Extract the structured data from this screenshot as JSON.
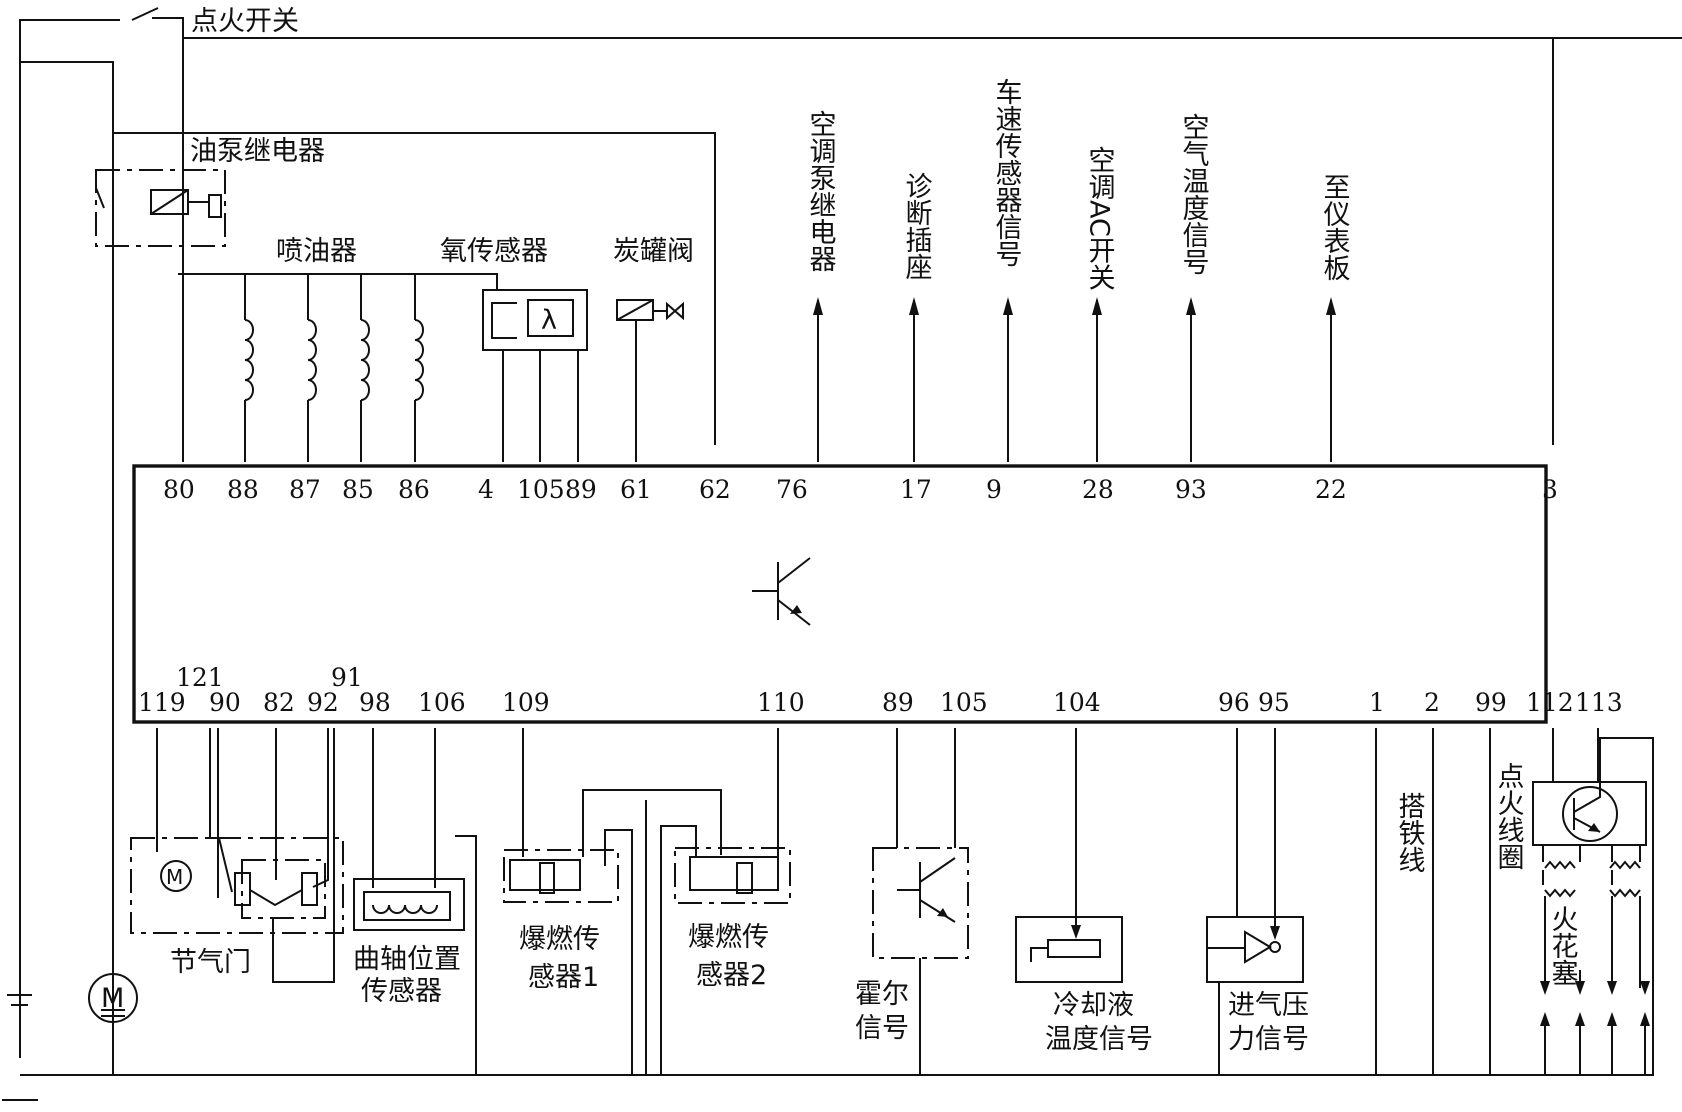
{
  "labels": {
    "ignition_switch": "点火开关",
    "fuel_pump_relay": "油泵继电器",
    "injectors": "喷油器",
    "oxygen_sensor": "氧传感器",
    "canister_valve": "炭罐阀",
    "lambda_symbol": "λ",
    "ac_pump_relay": "空调泵继电器",
    "diag_socket": "诊断插座",
    "vss_signal": "车速传感器信号",
    "ac_switch": "空调AC开关",
    "air_temp_signal": "空气温度信号",
    "to_dashboard": "至仪表板",
    "throttle": "节气门",
    "crank_sensor_l1": "曲轴位置",
    "crank_sensor_l2": "传感器",
    "knock1_l1": "爆燃传",
    "knock1_l2": "感器1",
    "knock2_l1": "爆燃传",
    "knock2_l2": "感器2",
    "hall_l1": "霍尔",
    "hall_l2": "信号",
    "coolant_l1": "冷却液",
    "coolant_l2": "温度信号",
    "map_l1": "进气压",
    "map_l2": "力信号",
    "ground_wire": "搭铁线",
    "ign_coil": "点火线圈",
    "spark_plug": "火花塞",
    "motor_symbol": "M"
  },
  "top_pins": [
    "80",
    "88",
    "87",
    "85",
    "86",
    "4",
    "105",
    "89",
    "61",
    "62",
    "76",
    "17",
    "9",
    "28",
    "93",
    "22",
    "3"
  ],
  "bottom_pins": [
    "119",
    "121",
    "90",
    "82",
    "91",
    "92",
    "98",
    "106",
    "109",
    "110",
    "89",
    "105",
    "104",
    "96",
    "95",
    "1",
    "2",
    "99",
    "112",
    "113"
  ]
}
